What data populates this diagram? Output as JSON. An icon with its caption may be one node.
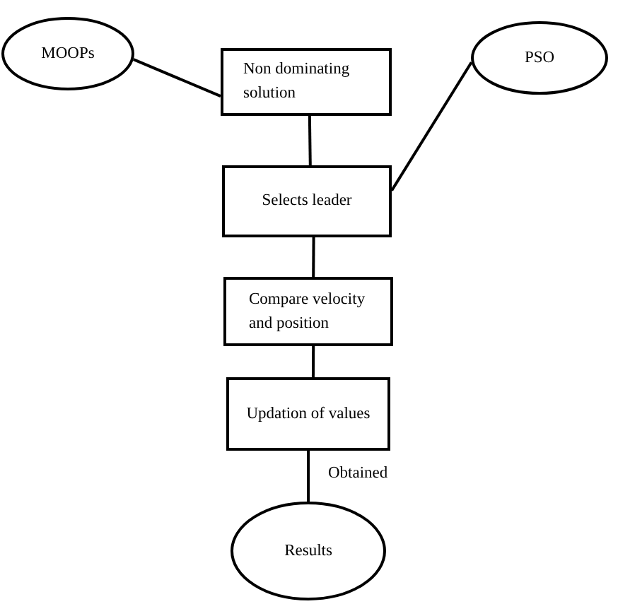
{
  "diagram": {
    "nodes": [
      {
        "text": [
          "MOOPs"
        ]
      },
      {
        "text": [
          "Non dominating solution"
        ]
      },
      {
        "text": [
          "PSO"
        ]
      },
      {
        "text": [
          "Selects leader"
        ]
      },
      {
        "text": [
          "Compare velocity and position"
        ]
      },
      {
        "text": [
          "Updation of values"
        ]
      },
      {
        "text": [
          "Results"
        ]
      }
    ],
    "edges": [
      {
        "from": 0,
        "to": 1,
        "arrow": "none"
      },
      {
        "from": 1,
        "to": 3,
        "arrow": "none"
      },
      {
        "from": 2,
        "to": 3,
        "arrow": "none"
      },
      {
        "from": 3,
        "to": 4,
        "arrow": "none"
      },
      {
        "from": 4,
        "to": 5,
        "arrow": "none"
      },
      {
        "from": 5,
        "to": 6,
        "arrow": "none",
        "label": "Obtained"
      }
    ]
  }
}
